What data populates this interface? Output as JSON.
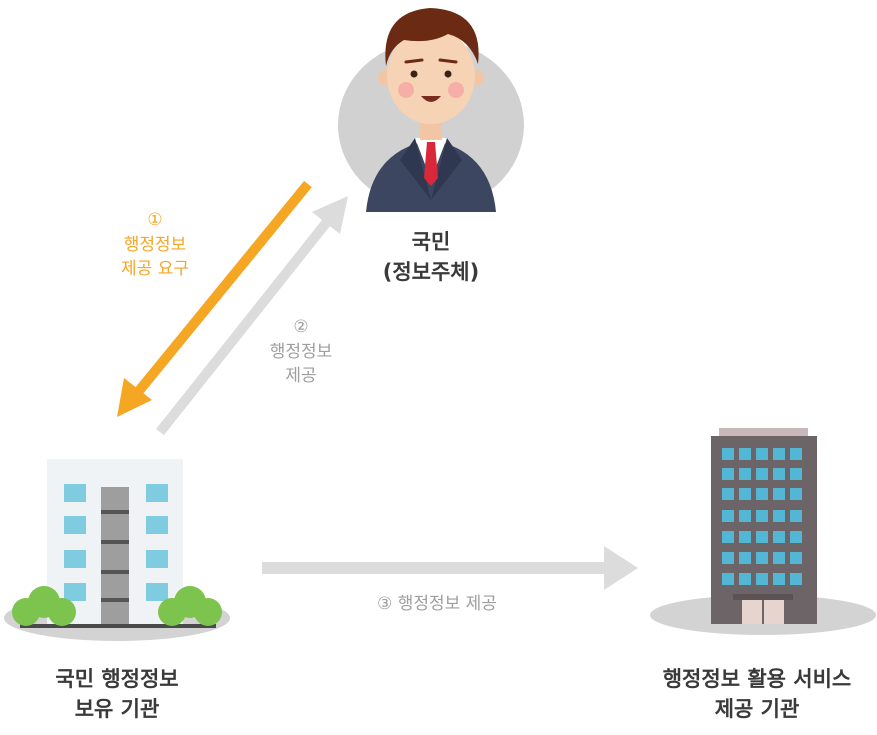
{
  "person": {
    "line1": "국민",
    "line2": "(정보주체)"
  },
  "holder": {
    "line1": "국민 행정정보",
    "line2": "보유 기관"
  },
  "service": {
    "line1": "행정정보 활용 서비스",
    "line2": "제공 기관"
  },
  "step1": {
    "num": "①",
    "line1": "행정정보",
    "line2": "제공 요구"
  },
  "step2": {
    "num": "②",
    "line1": "행정정보",
    "line2": "제공"
  },
  "step3": {
    "text": "③ 행정정보 제공"
  },
  "colors": {
    "request": "#f5a623",
    "provide": "#dcdcdc"
  }
}
